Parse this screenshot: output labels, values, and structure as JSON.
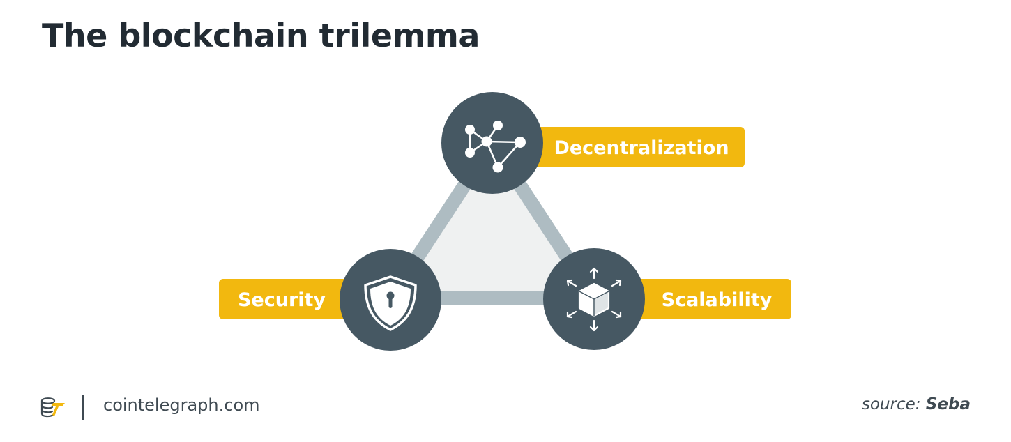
{
  "title": "The blockchain trilemma",
  "nodes": {
    "decentralization": {
      "label": "Decentralization",
      "icon": "network-icon"
    },
    "security": {
      "label": "Security",
      "icon": "shield-lock-icon"
    },
    "scalability": {
      "label": "Scalability",
      "icon": "cube-expand-icon"
    }
  },
  "footer": {
    "site": "cointelegraph.com",
    "source_label": "source:",
    "source_name": "Seba",
    "logo_icon": "cointelegraph-logo-icon"
  },
  "colors": {
    "circle": "#465863",
    "pill": "#f2b80f",
    "triangle_stroke": "#aebcc2",
    "triangle_fill": "#eff1f1",
    "title": "#222b33"
  }
}
